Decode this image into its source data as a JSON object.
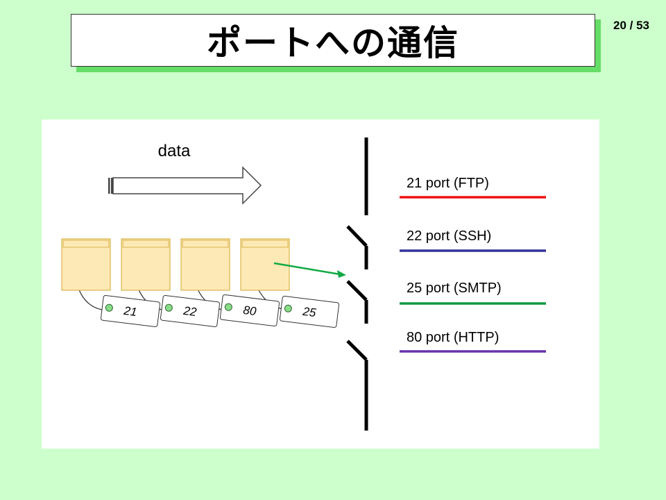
{
  "slide": {
    "title": "ポートへの通信",
    "page_number": "20 / 53"
  },
  "diagram": {
    "arrow_label": "data",
    "packet_tags": [
      "21",
      "22",
      "80",
      "25"
    ],
    "ports": [
      {
        "label": "21 port (FTP)",
        "color": "#ee1111"
      },
      {
        "label": "22 port (SSH)",
        "color": "#333399"
      },
      {
        "label": "25 port (SMTP)",
        "color": "#119944"
      },
      {
        "label": "80 port (HTTP)",
        "color": "#6633aa"
      }
    ],
    "colors": {
      "background": "#ccffcc",
      "envelope_fill": "#fde9b5",
      "envelope_stroke": "#d9b44a",
      "pointer_arrow": "#11aa44"
    }
  }
}
